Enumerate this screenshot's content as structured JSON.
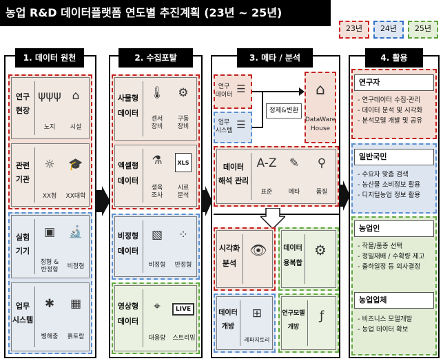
{
  "title": "농업 R&D 데이터플랫폼 연도별 추진계획  (23년 ~ 25년)",
  "legend": [
    "23년",
    "24년",
    "25년"
  ],
  "colors": {
    "y23": "#c42020",
    "y24": "#5b8fd0",
    "y25": "#60a840"
  },
  "columns": [
    {
      "header": "1. 데이터 원천"
    },
    {
      "header": "2. 수집포탈"
    },
    {
      "header": "3. 메타 / 분석"
    },
    {
      "header": "4. 활용"
    }
  ],
  "source": {
    "research_field": {
      "label": [
        "연구",
        "현장"
      ],
      "items": [
        "노지",
        "시설"
      ]
    },
    "related_org": {
      "label": [
        "관련",
        "기관"
      ],
      "items": [
        "XX청",
        "XX대학"
      ]
    },
    "lab_equipment": {
      "label": [
        "실험",
        "기기"
      ],
      "items": [
        "정형 &\n반정형",
        "비정형"
      ]
    },
    "work_system": {
      "label": [
        "업무",
        "시스템"
      ],
      "items": [
        "병해충",
        "흙토람"
      ]
    }
  },
  "portal": {
    "iot": {
      "label": [
        "사물형",
        "데이터"
      ],
      "items": [
        "센서\n장비",
        "구동\n장비"
      ]
    },
    "excel": {
      "label": [
        "엑셀형",
        "데이터"
      ],
      "items": [
        "생육\n조사",
        "시료\n분석"
      ]
    },
    "unstructured": {
      "label": [
        "비정형",
        "데이터"
      ],
      "items": [
        "비정형",
        "반정형"
      ]
    },
    "video": {
      "label": [
        "영상형",
        "데이터"
      ],
      "items": [
        "대용량",
        "스트리밍"
      ]
    }
  },
  "meta": {
    "research_data": "연구\n데이터",
    "work_system": "업무\n시스템",
    "refine": "정제&변환",
    "warehouse": "DataWare\nHouse",
    "analysis_label": [
      "데이터",
      "해석 관리"
    ],
    "analysis_items": [
      "표준",
      "메타",
      "품질"
    ],
    "viz": {
      "label": [
        "시각화",
        "분석"
      ]
    },
    "fusion": {
      "label": [
        "데이터",
        "융복합"
      ]
    },
    "open": {
      "label": [
        "데이터",
        "개방"
      ],
      "item": "레파지토리"
    },
    "model": {
      "label": [
        "연구모델",
        "개방"
      ]
    }
  },
  "usage": [
    {
      "title": "연구자",
      "lines": [
        "- 연구데이터 수집·관리",
        "- 데이터 분석 및 시각화",
        "- 분석모델 개발 및 공유"
      ]
    },
    {
      "title": "일반국민",
      "lines": [
        "- 수요자 맞춤 검색",
        "- 농산물 소비정보 활용",
        "- 디지털농업 정보 활용"
      ]
    },
    {
      "title": "농업인",
      "lines": [
        "- 작물/품종 선택",
        "- 정밀재배 / 수확량 제고",
        "- 출하일정 등 의사결정"
      ]
    },
    {
      "title": "농업업체",
      "lines": [
        "- 비즈니스 모델개발",
        "- 농업 데이터 확보"
      ]
    }
  ],
  "icons": {
    "field": "sprout-icon",
    "greenhouse": "greenhouse-icon",
    "gov": "sun-building-icon",
    "univ": "graduation-cap-icon",
    "microscope": "microscope-icon",
    "monitor": "monitor-icon",
    "bug": "bug-icon",
    "soil": "soil-icon",
    "thermometer": "thermometer-icon",
    "valve": "valve-icon",
    "bottle": "bottle-icon",
    "xls": "xls-file-icon",
    "image": "image-icon",
    "scatter": "scatter-icon",
    "cctv": "cctv-icon",
    "live": "live-icon"
  },
  "live_text": "LIVE",
  "xls_text": "XLS"
}
